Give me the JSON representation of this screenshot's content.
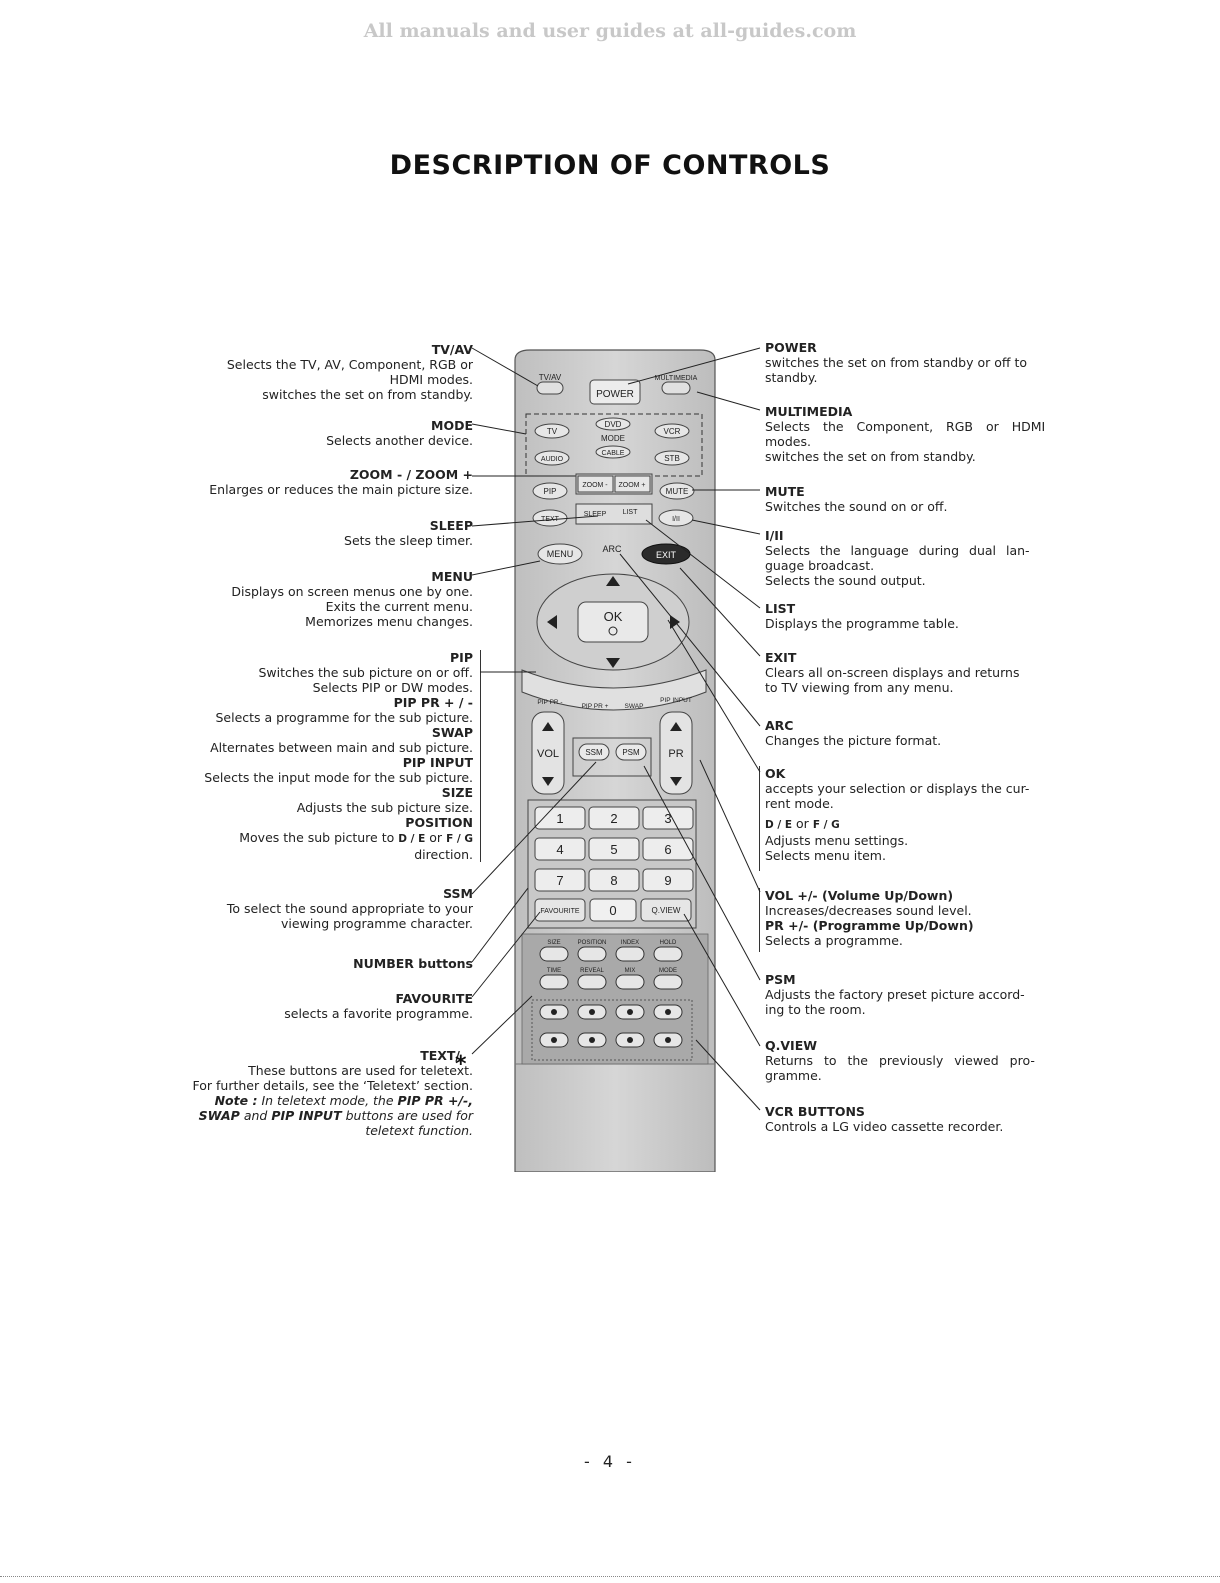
{
  "watermark": "All manuals and user guides at all-guides.com",
  "title": "DESCRIPTION OF CONTROLS",
  "page_number": "- 4 -",
  "left": {
    "tvav": {
      "label": "TV/AV",
      "l1": "Selects the TV, AV, Component, RGB or",
      "l2": "HDMI modes.",
      "l3": "switches the set on from standby."
    },
    "mode": {
      "label": "MODE",
      "l1": "Selects another device."
    },
    "zoom": {
      "label": "ZOOM -  / ZOOM +",
      "l1": "Enlarges or reduces the main picture size."
    },
    "sleep": {
      "label": "SLEEP",
      "l1": "Sets the sleep timer."
    },
    "menu": {
      "label": "MENU",
      "l1": "Displays on screen menus one by one.",
      "l2": "Exits the current menu.",
      "l3": "Memorizes menu changes."
    },
    "pip": {
      "label": "PIP",
      "l1": "Switches the sub picture on or off.",
      "l2": "Selects PIP or DW modes.",
      "pippr_label": "PIP PR + / -",
      "pippr_l1": "Selects a programme for the sub picture.",
      "swap_label": "SWAP",
      "swap_l1": "Alternates between main and sub picture.",
      "pipinput_label": "PIP INPUT",
      "pipinput_l1": "Selects the input mode for the sub picture.",
      "size_label": "SIZE",
      "size_l1": "Adjusts the sub picture size.",
      "position_label": "POSITION",
      "position_l1": "Moves the sub picture to",
      "position_keys": "D  / E",
      "position_or": "or",
      "position_keys2": "F  / G",
      "position_l2": "direction."
    },
    "ssm": {
      "label": "SSM",
      "l1": "To select the sound appropriate to your",
      "l2": "viewing programme character."
    },
    "number": {
      "label": "NUMBER buttons"
    },
    "favourite": {
      "label": "FAVOURITE",
      "l1": "selects a favorite programme."
    },
    "text": {
      "label": "TEXT/",
      "l1": "These buttons are used for teletext.",
      "l2": "For further details, see the ‘Teletext’ section.",
      "note_label": "Note :",
      "note_t1": "In teletext mode, the",
      "note_b1": "PIP PR +/-,",
      "note_b2": "SWAP",
      "note_t2": "and",
      "note_b3": "PIP INPUT",
      "note_t3": "buttons are used for",
      "note_t4": "teletext function."
    }
  },
  "right": {
    "power": {
      "label": "POWER",
      "l1": "switches the set on from standby or off to",
      "l2": "standby."
    },
    "multimedia": {
      "label": "MULTIMEDIA",
      "l1": "Selects the Component, RGB or HDMI",
      "l2": "modes.",
      "l3": "switches the set on from standby."
    },
    "mute": {
      "label": "MUTE",
      "l1": "Switches the sound on or off."
    },
    "i_ii": {
      "label": "I/II",
      "l1": "Selects the language during dual lan-",
      "l2": "guage broadcast.",
      "l3": "Selects the sound output."
    },
    "list": {
      "label": "LIST",
      "l1": "Displays the programme table."
    },
    "exit": {
      "label": "EXIT",
      "l1": "Clears all on-screen displays and returns",
      "l2": "to TV viewing from any menu."
    },
    "arc": {
      "label": "ARC",
      "l1": "Changes the picture format."
    },
    "ok": {
      "label": "OK",
      "l1": "accepts your selection or displays the cur-",
      "l2": "rent mode.",
      "keys": "D  / E",
      "or": "or",
      "keys2": "F  / G",
      "l3": "Adjusts menu settings.",
      "l4": "Selects menu item."
    },
    "volpr": {
      "vol_label": "VOL +/-  (Volume Up/Down)",
      "l1": "Increases/decreases sound level.",
      "pr_label": "PR +/-  (Programme Up/Down)",
      "l2": "Selects a programme."
    },
    "psm": {
      "label": "PSM",
      "l1": "Adjusts the factory preset picture accord-",
      "l2": "ing to the room."
    },
    "qview": {
      "label": "Q.VIEW",
      "l1": "Returns to the previously viewed pro-",
      "l2": "gramme."
    },
    "vcr": {
      "label": "VCR BUTTONS",
      "l1": "Controls a LG video cassette recorder."
    }
  },
  "remote": {
    "tvav": "TV/AV",
    "power": "POWER",
    "multimedia": "MULTIMEDIA",
    "tv": "TV",
    "dvd": "DVD",
    "vcr": "VCR",
    "mode": "MODE",
    "audio": "AUDIO",
    "cable": "CABLE",
    "stb": "STB",
    "pip": "PIP",
    "zoom_minus": "ZOOM -",
    "zoom_plus": "ZOOM +",
    "mute": "MUTE",
    "text": "TEXT",
    "sleep": "SLEEP",
    "list": "LIST",
    "i_ii": "I/II",
    "menu": "MENU",
    "arc": "ARC",
    "exit": "EXIT",
    "ok": "OK",
    "pip_pr_minus": "PIP PR -",
    "pip_pr_plus": "PIP PR +",
    "swap": "SWAP",
    "pip_input": "PIP INPUT",
    "vol": "VOL",
    "ssm": "SSM",
    "psm": "PSM",
    "pr": "PR",
    "digits": [
      "1",
      "2",
      "3",
      "4",
      "5",
      "6",
      "7",
      "8",
      "9"
    ],
    "favourite": "FAVOURITE",
    "zero": "0",
    "qview": "Q.VIEW",
    "teletext_row1": [
      "SIZE",
      "POSITION",
      "INDEX",
      "HOLD"
    ],
    "teletext_row2": [
      "TIME",
      "REVEAL",
      "MIX",
      "MODE"
    ]
  }
}
